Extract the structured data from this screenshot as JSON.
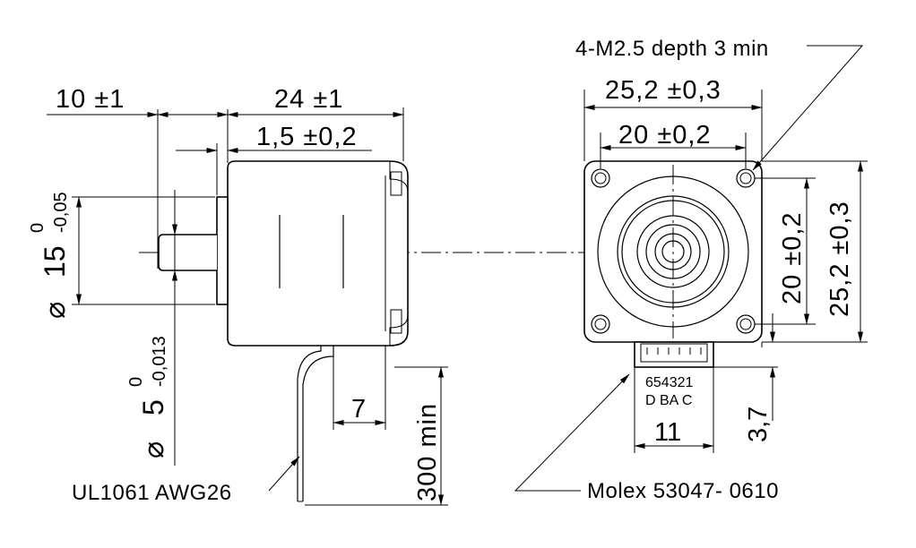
{
  "side_view": {
    "dim_shaft_length": "10 ±1",
    "dim_body_length": "24 ±1",
    "dim_boss_length": "1,5 ±0,2",
    "dim_boss_dia_symbol": "⌀",
    "dim_boss_dia_value": "15",
    "dim_boss_dia_tol_upper": "0",
    "dim_boss_dia_tol_lower": "-0,05",
    "dim_shaft_dia_symbol": "⌀",
    "dim_shaft_dia_value": "5",
    "dim_shaft_dia_tol_upper": "0",
    "dim_shaft_dia_tol_lower": "-0,013",
    "dim_cable_offset": "7",
    "dim_cable_length": "300 min",
    "cable_label": "UL1061 AWG26"
  },
  "front_view": {
    "mounting_note": "4-M2.5 depth 3 min",
    "dim_width": "25,2 ±0,3",
    "dim_hole_spacing_h": "20 ±0,2",
    "dim_hole_spacing_v": "20 ±0,2",
    "dim_height": "25,2 ±0,3",
    "connector_pins": "654321",
    "connector_wires": "D BA C",
    "dim_connector_width": "11",
    "dim_connector_height": "3,7",
    "connector_label": "Molex 53047- 0610"
  }
}
